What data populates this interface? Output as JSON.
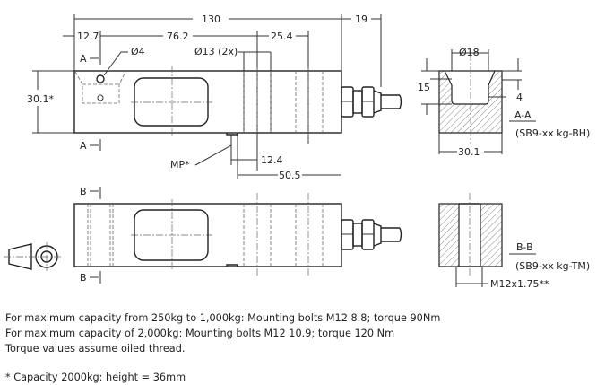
{
  "top_view": {
    "dim_length": "130",
    "dim_cable": "19",
    "dim_12_7": "12.7",
    "dim_76_2": "76.2",
    "dim_25_4": "25.4",
    "dim_hole_small": "Ø4",
    "dim_hole_large": "Ø13 (2x)",
    "dim_height": "30.1*",
    "dim_12_4": "12.4",
    "dim_50_5": "50.5",
    "mp_label": "MP*",
    "section_a_top": "A",
    "section_a_bottom": "A"
  },
  "section_aa": {
    "dim_diameter": "Ø18",
    "dim_15": "15",
    "dim_4": "4",
    "dim_width": "30.1",
    "title": "A-A",
    "model": "(SB9-xx kg-BH)"
  },
  "bottom_view": {
    "section_b_top": "B",
    "section_b_bottom": "B"
  },
  "section_bb": {
    "title": "B-B",
    "model": "(SB9-xx kg-TM)",
    "thread": "M12x1.75**"
  },
  "notes": [
    "For maximum capacity from 250kg to 1,000kg: Mounting bolts M12 8.8; torque 90Nm",
    "For maximum capacity of 2,000kg: Mounting bolts M12 10.9; torque 120 Nm",
    "Torque values assume oiled thread.",
    "* Capacity 2000kg: height = 36mm"
  ]
}
